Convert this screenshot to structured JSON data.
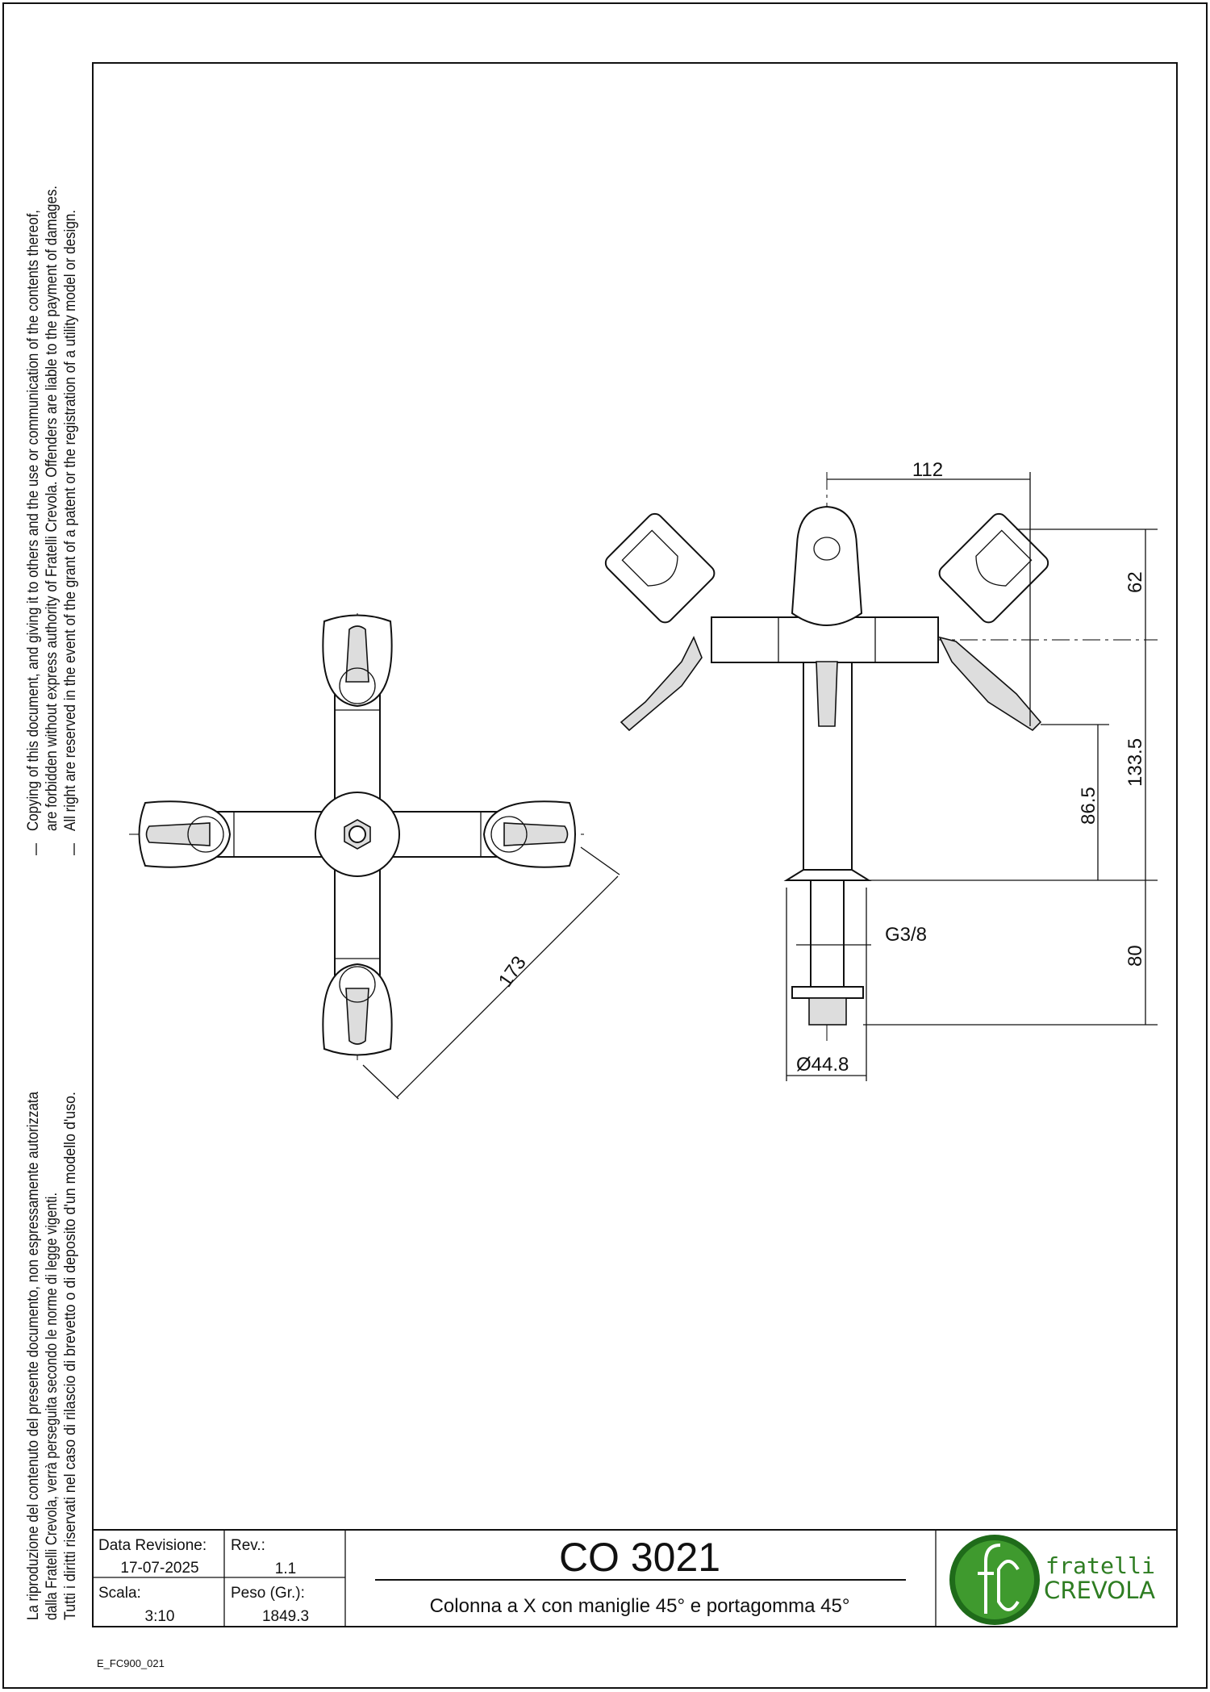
{
  "notices": {
    "english": [
      "Copying of this document, and giving it to others and the use or communication of the contents thereof,",
      "are forbidden without express authority of Fratelli Crevola. Offenders are liable to the payment of damages.",
      "All right are reserved in the event of the grant of a patent or the registration of a utility model or design."
    ],
    "italian": [
      "La riproduzione del contenuto del presente documento, non espressamente autorizzata",
      "dalla Fratelli Crevola, verrà perseguita secondo le norme di legge vigenti.",
      "Tutti i diritti riservati nel caso di rilascio di brevetto o di deposito d'un modello d'uso."
    ]
  },
  "dimensions": {
    "width_arm": "112",
    "handle_height": "62",
    "column_height": "133.5",
    "barb_height": "86.5",
    "stem_length": "80",
    "thread": "G3/8",
    "flange_diameter": "Ø44.8",
    "diagonal": "173"
  },
  "title_block": {
    "revision_date_label": "Data Revisione:",
    "revision_date": "17-07-2025",
    "rev_label": "Rev.:",
    "rev": "1.1",
    "scale_label": "Scala:",
    "scale": "3:10",
    "weight_label": "Peso (Gr.):",
    "weight": "1849.3",
    "code": "CO 3021",
    "description": "Colonna a X con maniglie 45° e portagomma 45°",
    "logo_line1": "fratelli",
    "logo_line2": "CREVOLA"
  },
  "document_id": "E_FC900_021",
  "colors": {
    "logo_green": "#3f9a2e",
    "logo_dark": "#1f6b1a"
  }
}
